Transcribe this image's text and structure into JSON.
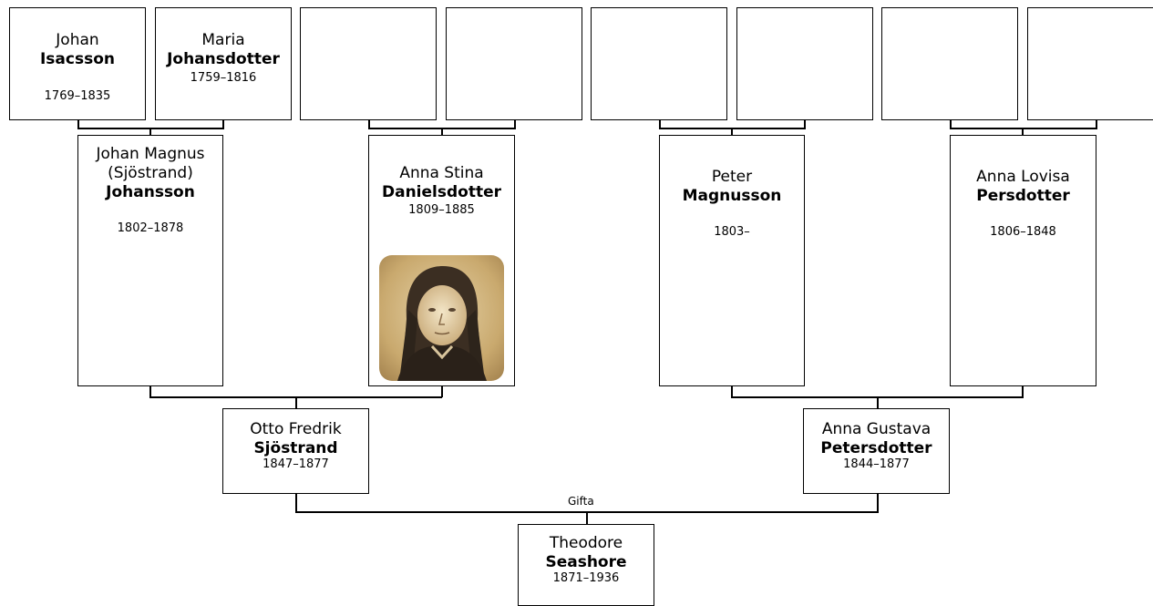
{
  "great_grandparents": [
    {
      "given": "Johan",
      "surname": "Isacsson",
      "dates": "1769–1835"
    },
    {
      "given": "Maria",
      "surname": "Johansdotter",
      "dates": "1759–1816"
    },
    {
      "given": "",
      "surname": "",
      "dates": ""
    },
    {
      "given": "",
      "surname": "",
      "dates": ""
    },
    {
      "given": "",
      "surname": "",
      "dates": ""
    },
    {
      "given": "",
      "surname": "",
      "dates": ""
    },
    {
      "given": "",
      "surname": "",
      "dates": ""
    },
    {
      "given": "",
      "surname": "",
      "dates": ""
    }
  ],
  "grandparents": [
    {
      "given": "Johan Magnus (Sjöstrand)",
      "surname": "Johansson",
      "dates": "1802–1878"
    },
    {
      "given": "Anna Stina",
      "surname": "Danielsdotter",
      "dates": "1809–1885",
      "has_photo": true
    },
    {
      "given": "Peter",
      "surname": "Magnusson",
      "dates": "1803–"
    },
    {
      "given": "Anna Lovisa",
      "surname": "Persdotter",
      "dates": "1806–1848"
    }
  ],
  "parents": [
    {
      "given": "Otto Fredrik",
      "surname": "Sjöstrand",
      "dates": "1847–1877"
    },
    {
      "given": "Anna Gustava",
      "surname": "Petersdotter",
      "dates": "1844–1877"
    }
  ],
  "marriage_label": "Gifta",
  "subject": {
    "given": "Theodore",
    "surname": "Seashore",
    "dates": "1871–1936"
  }
}
